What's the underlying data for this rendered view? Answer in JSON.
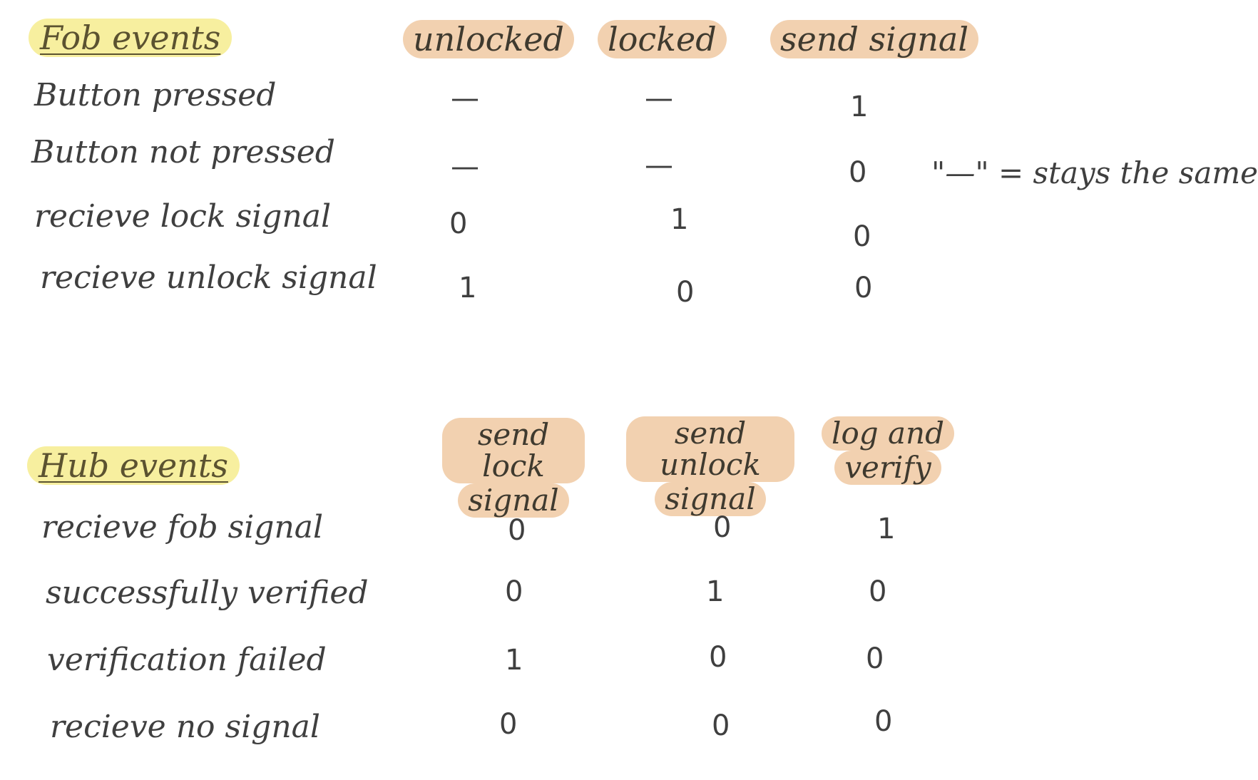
{
  "fob_table": {
    "title": "Fob events",
    "columns": [
      "unlocked",
      "locked",
      "send signal"
    ],
    "rows": [
      {
        "label": "Button pressed",
        "values": [
          "—",
          "—",
          "1"
        ]
      },
      {
        "label": "Button not pressed",
        "values": [
          "—",
          "—",
          "0"
        ]
      },
      {
        "label": "recieve lock signal",
        "values": [
          "0",
          "1",
          "0"
        ]
      },
      {
        "label": "recieve unlock signal",
        "values": [
          "1",
          "0",
          "0"
        ]
      }
    ],
    "legend_note": "\"—\" = stays the same"
  },
  "hub_table": {
    "title": "Hub events",
    "columns": [
      {
        "line1": "send lock",
        "line2": "signal"
      },
      {
        "line1": "send unlock",
        "line2": "signal"
      },
      {
        "line1": "log and",
        "line2": "verify"
      }
    ],
    "rows": [
      {
        "label": "recieve fob signal",
        "values": [
          "0",
          "0",
          "1"
        ]
      },
      {
        "label": "successfully verified",
        "values": [
          "0",
          "1",
          "0"
        ]
      },
      {
        "label": "verification failed",
        "values": [
          "1",
          "0",
          "0"
        ]
      },
      {
        "label": "recieve no signal",
        "values": [
          "0",
          "0",
          "0"
        ]
      }
    ]
  },
  "colors": {
    "title_highlight": "#f7ef9f",
    "header_highlight": "#f2d1b0",
    "ink": "#3f3f3f"
  }
}
